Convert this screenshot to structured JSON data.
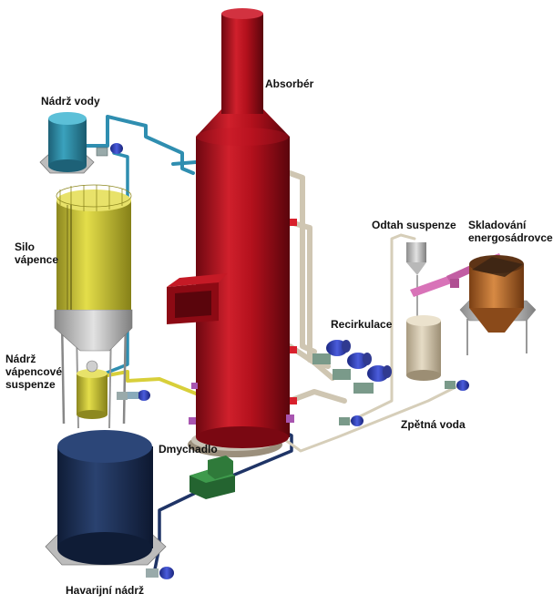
{
  "diagram": {
    "labels": {
      "absorber": "Absorbér",
      "water_tank": "Nádrž vody",
      "lime_silo_line1": "Silo",
      "lime_silo_line2": "vápence",
      "slurry_tank_line1": "Nádrž",
      "slurry_tank_line2": "vápencové",
      "slurry_tank_line3": "suspenze",
      "blower": "Dmychadlo",
      "emergency_tank": "Havarijní nádrž",
      "recirculation": "Recirkulace",
      "slurry_removal": "Odtah suspenze",
      "gypsum_storage_line1": "Skladování",
      "gypsum_storage_line2": "energosádrovce",
      "return_water": "Zpětná voda"
    },
    "colors": {
      "absorber_red": "#b2101c",
      "water_tank_teal": "#2b8ba3",
      "silo_yellow": "#c8c233",
      "emergency_tank_navy": "#1c2f52",
      "blower_green": "#2f7a3a",
      "gypsum_orange": "#b8672a",
      "pump_blue": "#2e3fb0",
      "pipe_cyan": "#46a8c6",
      "pipe_beige": "#d9cfb8",
      "conveyor_pink": "#d873b8"
    }
  }
}
